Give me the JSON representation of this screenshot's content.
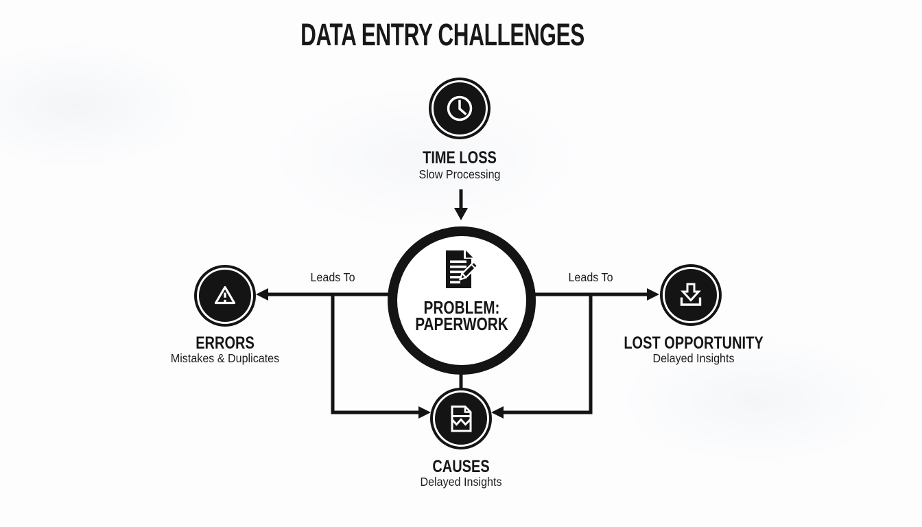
{
  "diagram": {
    "title": "DATA ENTRY CHALLENGES",
    "colors": {
      "ink": "#141414",
      "background": "#fdfdfe"
    },
    "center_node": {
      "icon": "document-pencil-icon",
      "label_line1": "PROBLEM:",
      "label_line2": "PAPERWORK"
    },
    "nodes": [
      {
        "id": "time-loss",
        "icon": "clock-icon",
        "label": "TIME LOSS",
        "sublabel": "Slow Processing"
      },
      {
        "id": "errors",
        "icon": "warning-triangle-icon",
        "label": "ERRORS",
        "sublabel": "Mistakes & Duplicates"
      },
      {
        "id": "lost-opportunity",
        "icon": "download-tray-icon",
        "label": "LOST OPPORTUNITY",
        "sublabel": "Delayed Insights"
      },
      {
        "id": "causes",
        "icon": "report-document-icon",
        "label": "CAUSES",
        "sublabel": "Delayed Insights"
      }
    ],
    "edge_labels": [
      {
        "id": "leads-to-left",
        "text": "Leads To"
      },
      {
        "id": "leads-to-right",
        "text": "Leads To"
      }
    ]
  }
}
